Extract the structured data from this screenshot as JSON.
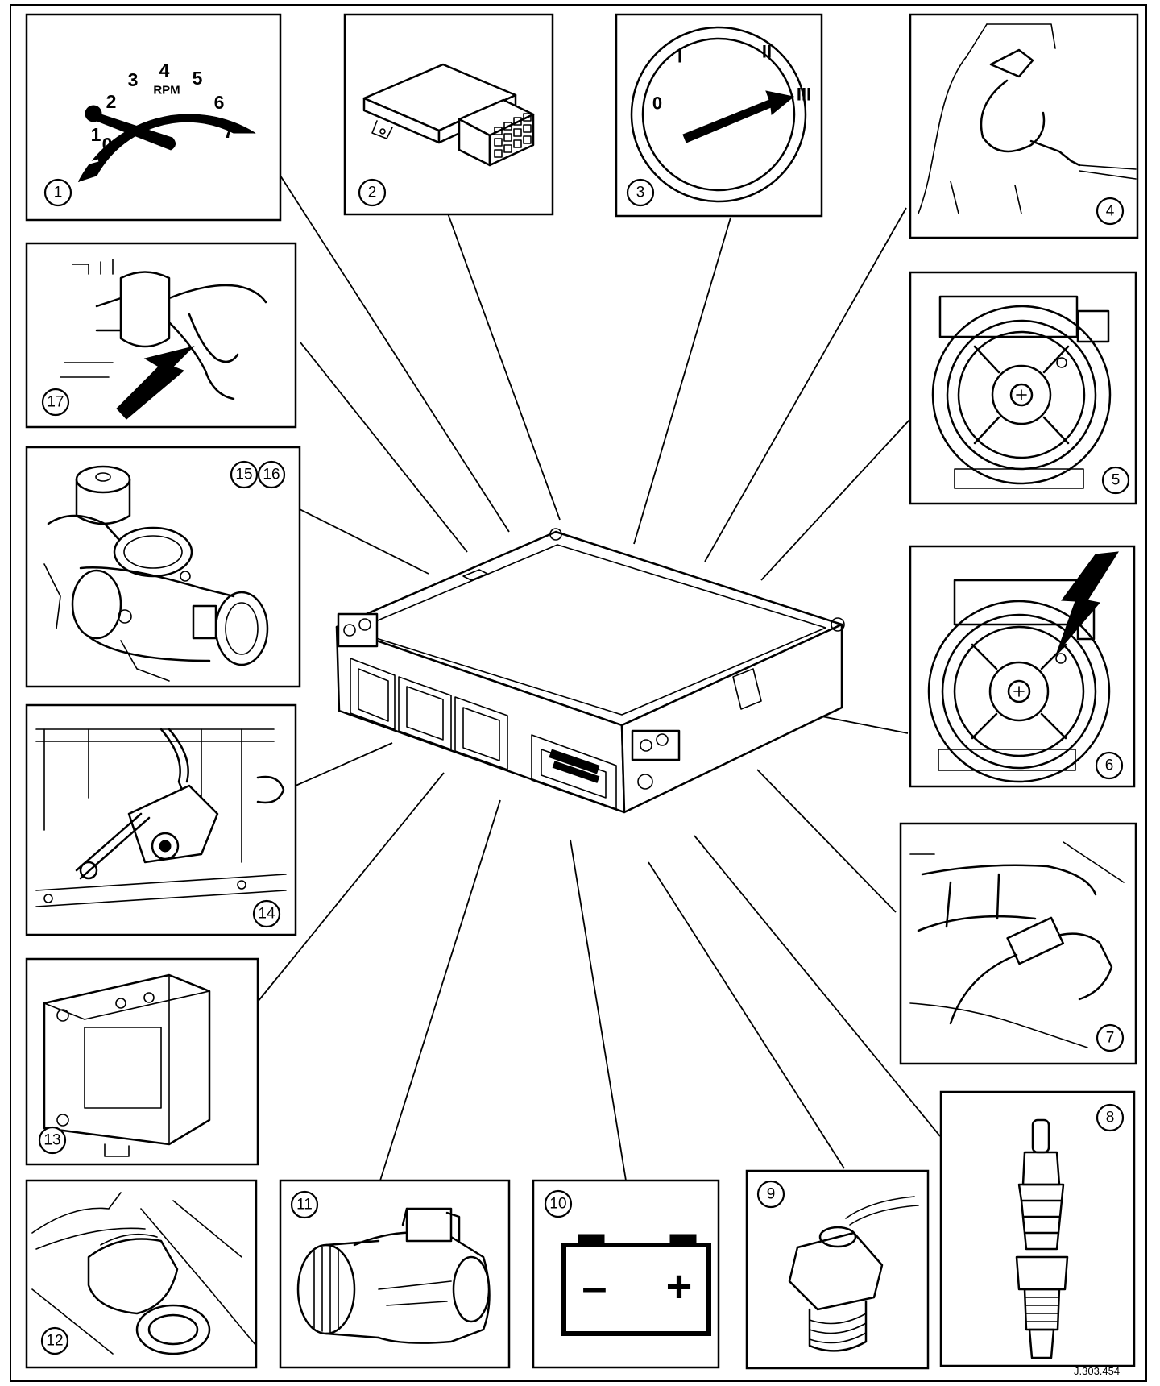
{
  "figure_ref": "J.303.454",
  "tachometer": {
    "unit_label": "RPM",
    "scale": [
      "0",
      "1",
      "2",
      "3",
      "4",
      "5",
      "6",
      "7"
    ]
  },
  "switch_positions": [
    "0",
    "I",
    "II",
    "III"
  ],
  "battery": {
    "minus": "–",
    "plus": "+"
  },
  "callouts": [
    {
      "id": "1",
      "label": "1"
    },
    {
      "id": "2",
      "label": "2"
    },
    {
      "id": "3",
      "label": "3"
    },
    {
      "id": "4",
      "label": "4"
    },
    {
      "id": "5",
      "label": "5"
    },
    {
      "id": "6",
      "label": "6"
    },
    {
      "id": "7",
      "label": "7"
    },
    {
      "id": "8",
      "label": "8"
    },
    {
      "id": "9",
      "label": "9"
    },
    {
      "id": "10",
      "label": "10"
    },
    {
      "id": "11",
      "label": "11"
    },
    {
      "id": "12",
      "label": "12"
    },
    {
      "id": "13",
      "label": "13"
    },
    {
      "id": "14",
      "label": "14"
    },
    {
      "id": "15",
      "label": "15"
    },
    {
      "id": "16",
      "label": "16"
    },
    {
      "id": "17",
      "label": "17"
    }
  ]
}
